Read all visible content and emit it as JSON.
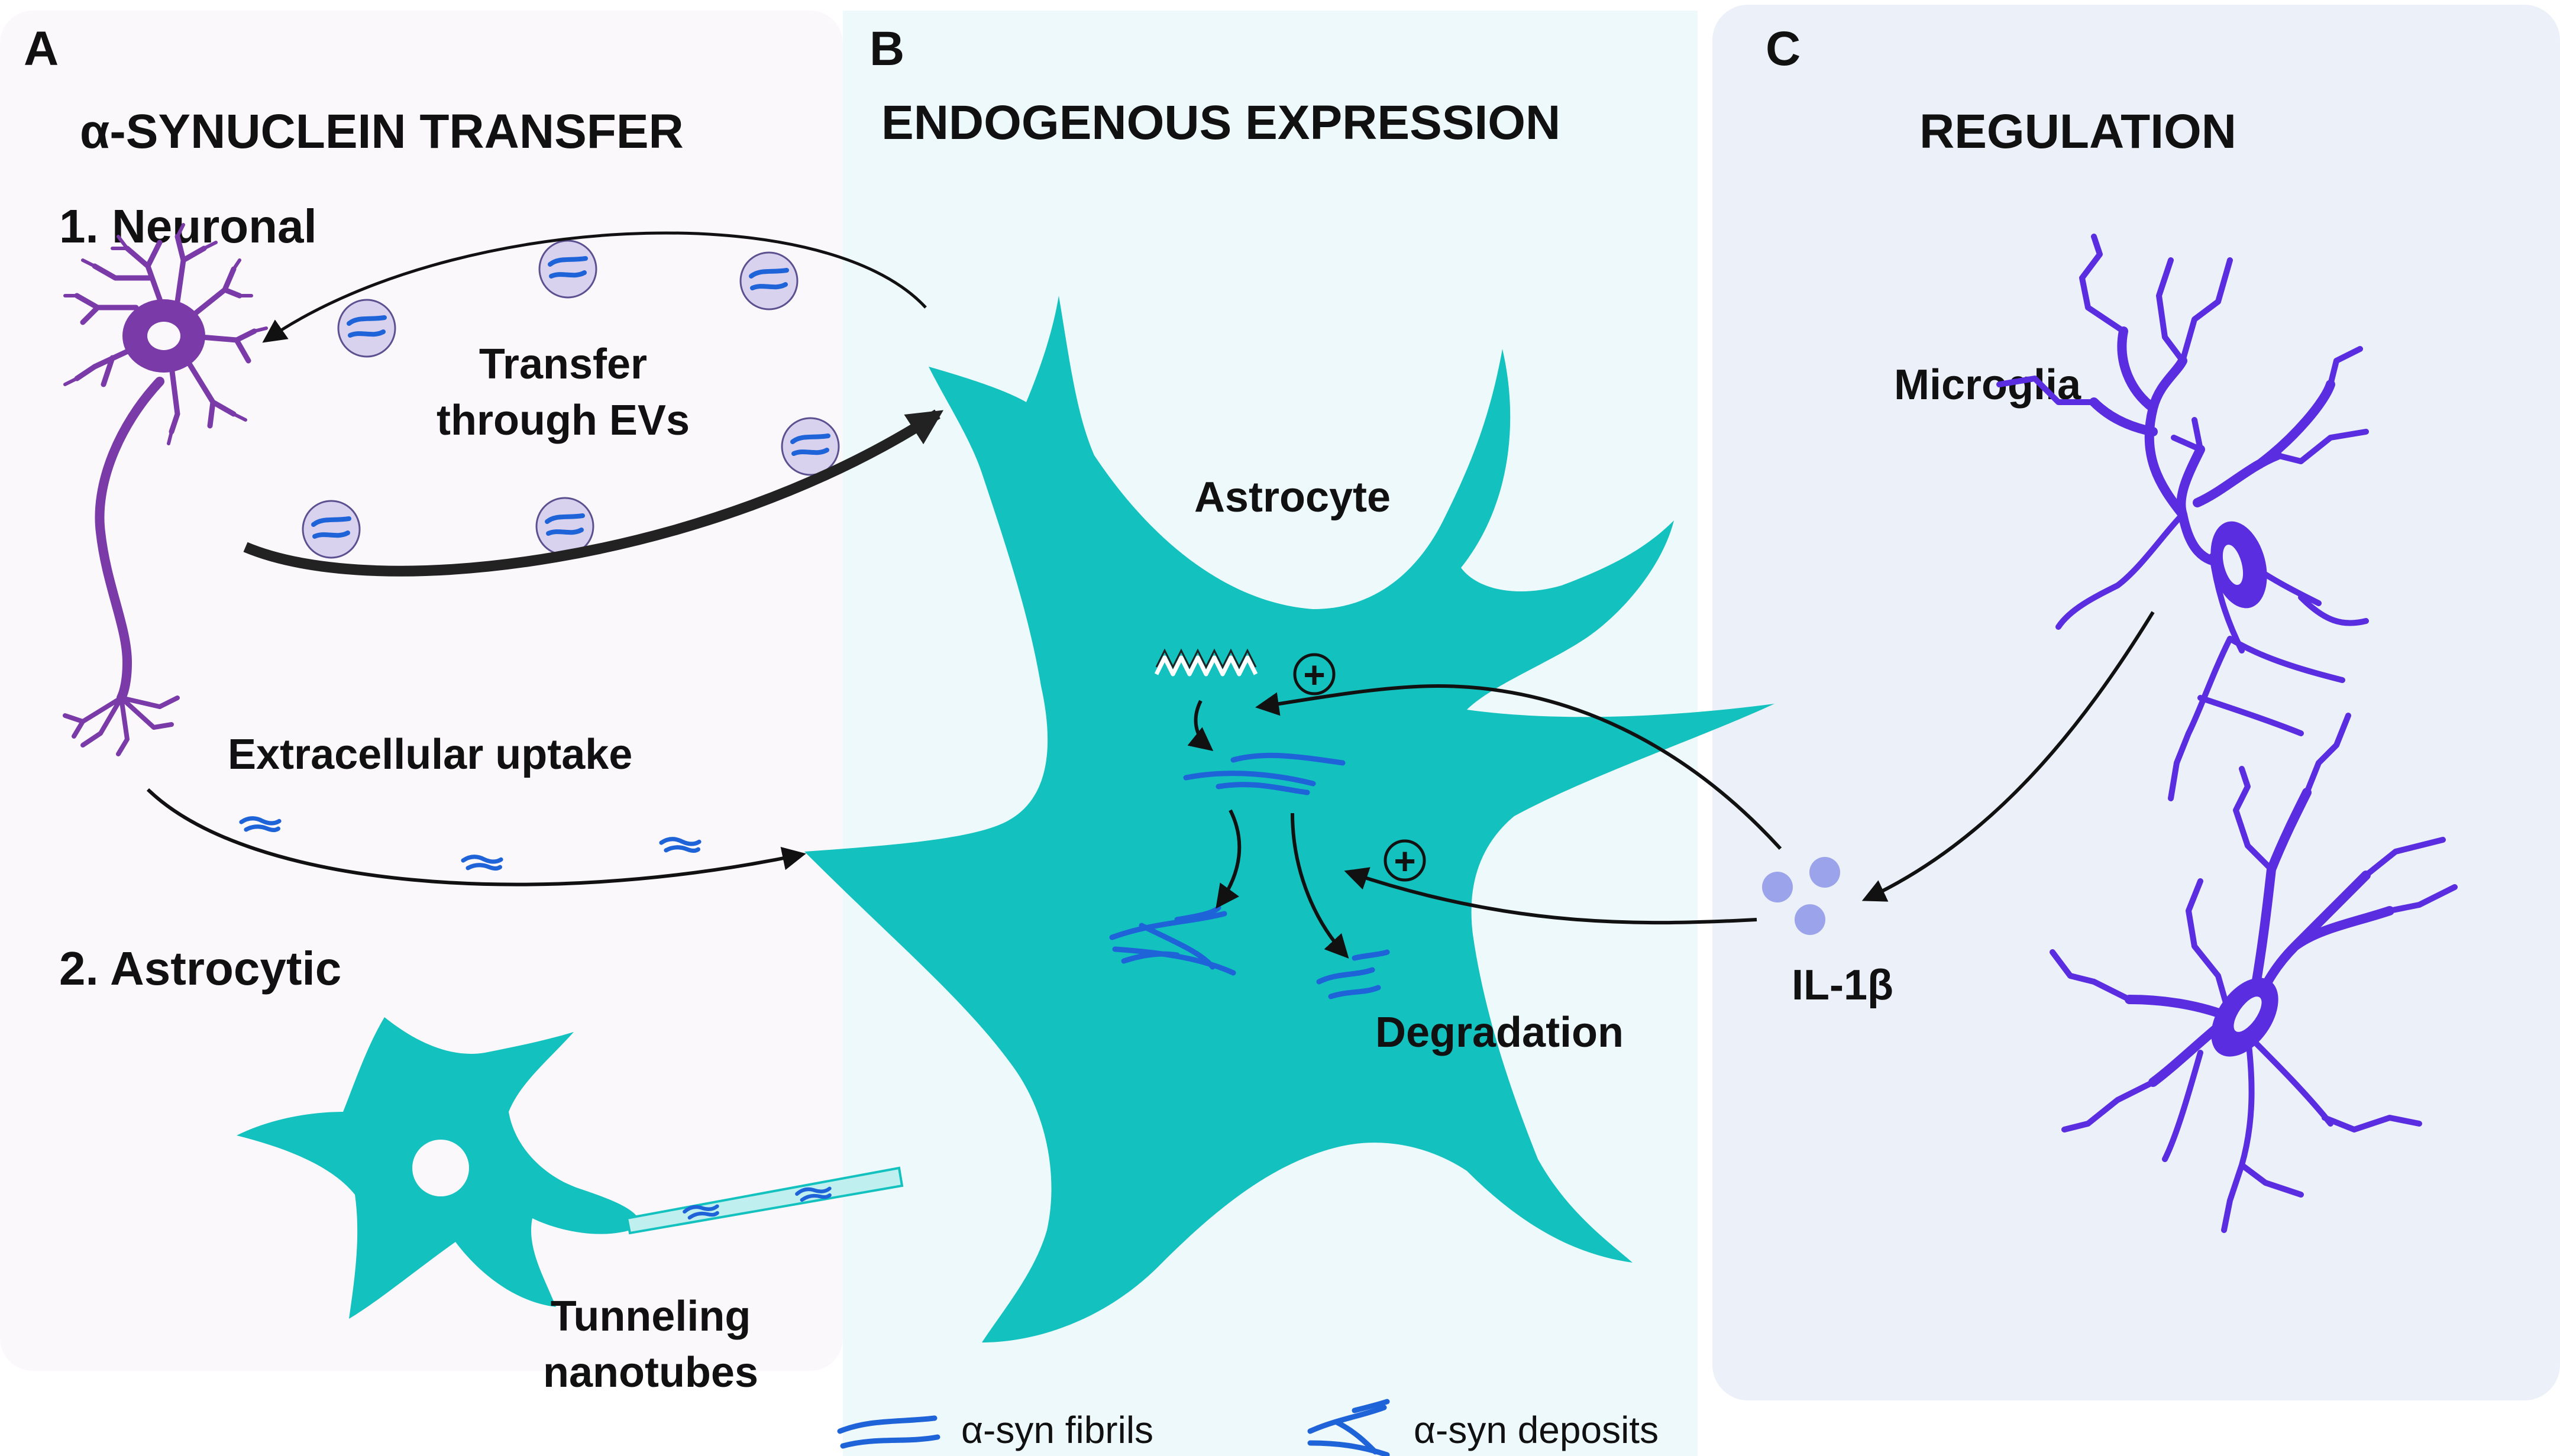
{
  "panels": {
    "a": {
      "letter": "A",
      "title": "α-SYNUCLEIN TRANSFER"
    },
    "b": {
      "letter": "B",
      "title": "ENDOGENOUS EXPRESSION"
    },
    "c": {
      "letter": "C",
      "title": "REGULATION"
    }
  },
  "transfer": {
    "neuronal": "1. Neuronal",
    "evs_line1": "Transfer",
    "evs_line2": "through EVs",
    "extracellular": "Extracellular uptake",
    "astrocytic": "2. Astrocytic",
    "tnt_line1": "Tunneling",
    "tnt_line2": "nanotubes"
  },
  "expression": {
    "astrocyte": "Astrocyte",
    "degradation": "Degradation",
    "plus_sign": "+"
  },
  "regulation": {
    "microglia": "Microglia",
    "cytokine": "IL-1β"
  },
  "legend": {
    "fibrils": "α-syn fibrils",
    "deposits": "α-syn deposits"
  },
  "colors": {
    "panel_a_bg": "#fbf8fc",
    "panel_b_bg": "#eef9fc",
    "panel_c_bg": "#ecf0f9",
    "astrocyte": "#13c1be",
    "neuron": "#7a3aa8",
    "microglia": "#5a2ee0",
    "synuclein": "#1f63d8",
    "vesicle": "#d9d2ef",
    "il1b": "#9ba3ea"
  }
}
